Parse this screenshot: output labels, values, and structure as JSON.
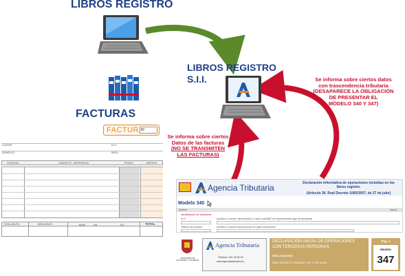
{
  "labels": {
    "libros_registro": "LIBROS REGISTRO",
    "sii_line1": "LIBROS REGISTRO",
    "sii_line2": "S.I.I.",
    "facturas": "FACTURAS"
  },
  "notes": {
    "right": [
      "Se informa sobre ciertos datos",
      "con trascendencia tributaria",
      "(DESAPARECE LA OBLIGACIÓN",
      "DE PRESENTAR EL",
      "MODELO 340 Y 347)"
    ],
    "middle_plain": [
      "Se informa sobre ciertos",
      "Datos de las facturas"
    ],
    "middle_underlined": [
      "(NO SE TRANSMITEN",
      "LAS FACTURAS)"
    ]
  },
  "invoice": {
    "title": "FACTURA",
    "num_label": "Nº",
    "cliente": "CLIENTE:",
    "nif": "N.I.F.:",
    "domicilio": "DOMICILIO:",
    "pago": "PAGO:",
    "col_cantidad": "CANTIDAD",
    "col_concepto": "CONCEPTO - REFERENCIA",
    "col_precio": "PRECIO",
    "col_importe": "IMPORTE",
    "total_bruto": "TOTAL BRUTO",
    "descuento": "DESCUENTO",
    "base": "BASE",
    "iva": "IVA",
    "re": "R.E.",
    "total": "TOTAL"
  },
  "modelo340": {
    "agency": "Agencia Tributaria",
    "header_line1": "Declaración informativa de operaciones incluidas en los",
    "header_line2": "libros registro.",
    "header_line3": "(Artículo 36. Real Decreto 1065/2007, de 27 de julio)",
    "model": "Modelo 340",
    "bar_left": "Archivo",
    "bar_right": "Ayuda",
    "section": "Identificación del declarante",
    "f_nif": "N.I.F.",
    "f_name": "Apellidos o nombre, denominación o razón social/NIF del Representante legal del declarante",
    "f_phone": "Teléfono de contacto",
    "f_contact": "Apellidos o nombre de la persona con quien relacionarse"
  },
  "modelo347": {
    "ministry": "MINISTERIO DE ECONOMÍA Y HACIENDA",
    "agency": "Agencia Tributaria",
    "phone": "Teléfono: 901 33 55 33",
    "web": "www.agenciatributaria.es",
    "title_line1": "DECLARACIÓN ANUAL DE OPERACIONES",
    "title_line2": "CON TERCERAS PERSONAS",
    "subtitle": "DECLARACIÓN",
    "decree": "REAL DECRETO 1065/2007, DE 27 DE JULIO",
    "pag": "Pág. 1",
    "modelo_label": "Modelo",
    "modelo_num": "347"
  },
  "colors": {
    "title_blue": "#1f3f8a",
    "note_red": "#c8102e",
    "arrow_green": "#5a8a2a",
    "arrow_red": "#c8102e",
    "brand_orange": "#e08a2a",
    "modelo347_tan": "#c9a96a"
  }
}
